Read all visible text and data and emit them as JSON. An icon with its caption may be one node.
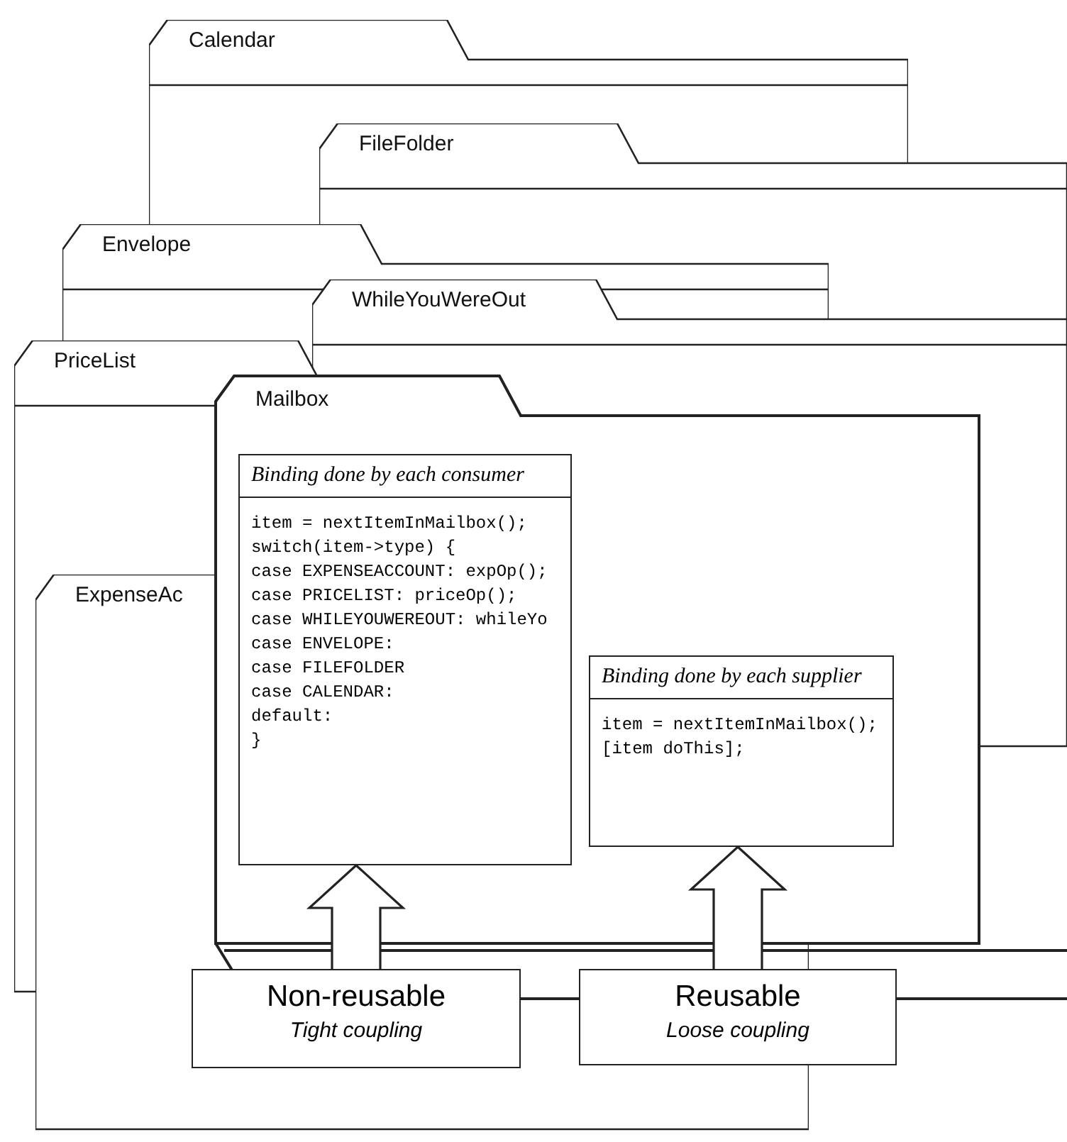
{
  "diagram": {
    "nodes": [
      {
        "text": [
          "Calendar"
        ]
      },
      {
        "text": [
          "FileFolder"
        ]
      },
      {
        "text": [
          "Envelope"
        ]
      },
      {
        "text": [
          "WhileYouWereOut"
        ]
      },
      {
        "text": [
          "PriceList"
        ]
      },
      {
        "text": [
          "ExpenseAc"
        ]
      },
      {
        "text": [
          "Mailbox"
        ]
      },
      {
        "text": [
          "Binding done by each consumer",
          "item = nextItemInMailbox();",
          "switch(item->type) {",
          "case EXPENSEACCOUNT: expOp();",
          "case PRICELIST: priceOp();",
          "case WHILEYOUWEREOUT: whileYo",
          "case ENVELOPE:",
          "case FILEFOLDER",
          "case CALENDAR:",
          "default:",
          "}"
        ],
        "in": 6
      },
      {
        "text": [
          "Binding done by each supplier",
          "item = nextItemInMailbox();",
          "[item doThis];"
        ],
        "in": 6
      },
      {
        "text": [
          "Non-reusable",
          "Tight coupling"
        ]
      },
      {
        "text": [
          "Reusable",
          "Loose coupling"
        ]
      }
    ],
    "edges": [
      {
        "from": 9,
        "to": 7,
        "arrow": "to"
      },
      {
        "from": 10,
        "to": 8,
        "arrow": "to"
      }
    ]
  }
}
